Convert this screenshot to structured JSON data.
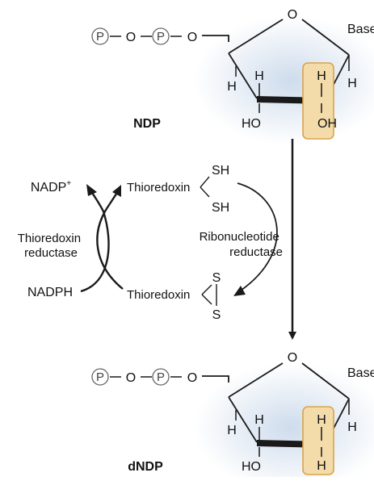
{
  "colors": {
    "highlight_fill": "#f3dcaa",
    "highlight_stroke": "#d9a34a",
    "shadow": "#c9d8ea",
    "line": "#1a1a1a"
  },
  "ndp": {
    "phosphate_1": "P",
    "link_o_1": "O",
    "phosphate_2": "P",
    "link_o_2": "O",
    "ring_o": "O",
    "base": "Base",
    "h_c4": "H",
    "h_c3": "H",
    "h_c2_up": "H",
    "h_c1": "H",
    "oh_c3": "HO",
    "oh_c2": "OH",
    "name": "NDP"
  },
  "dndp": {
    "phosphate_1": "P",
    "link_o_1": "O",
    "phosphate_2": "P",
    "link_o_2": "O",
    "ring_o": "O",
    "base": "Base",
    "h_c4": "H",
    "h_c3": "H",
    "h_c2_up": "H",
    "h_c1": "H",
    "oh_c3": "HO",
    "h_c2_down": "H",
    "name": "dNDP"
  },
  "cycle": {
    "nadp_plus": "NADP",
    "nadp_plus_sup": "+",
    "nadph": "NADPH",
    "thioredoxin_reductase_line1": "Thioredoxin",
    "thioredoxin_reductase_line2": "reductase",
    "thioredoxin_reduced": "Thioredoxin",
    "sh_top": "SH",
    "sh_bottom": "SH",
    "thioredoxin_oxidized": "Thioredoxin",
    "s_top": "S",
    "s_bottom": "S",
    "ribonucleotide_reductase_line1": "Ribonucleotide",
    "ribonucleotide_reductase_line2": "reductase"
  }
}
